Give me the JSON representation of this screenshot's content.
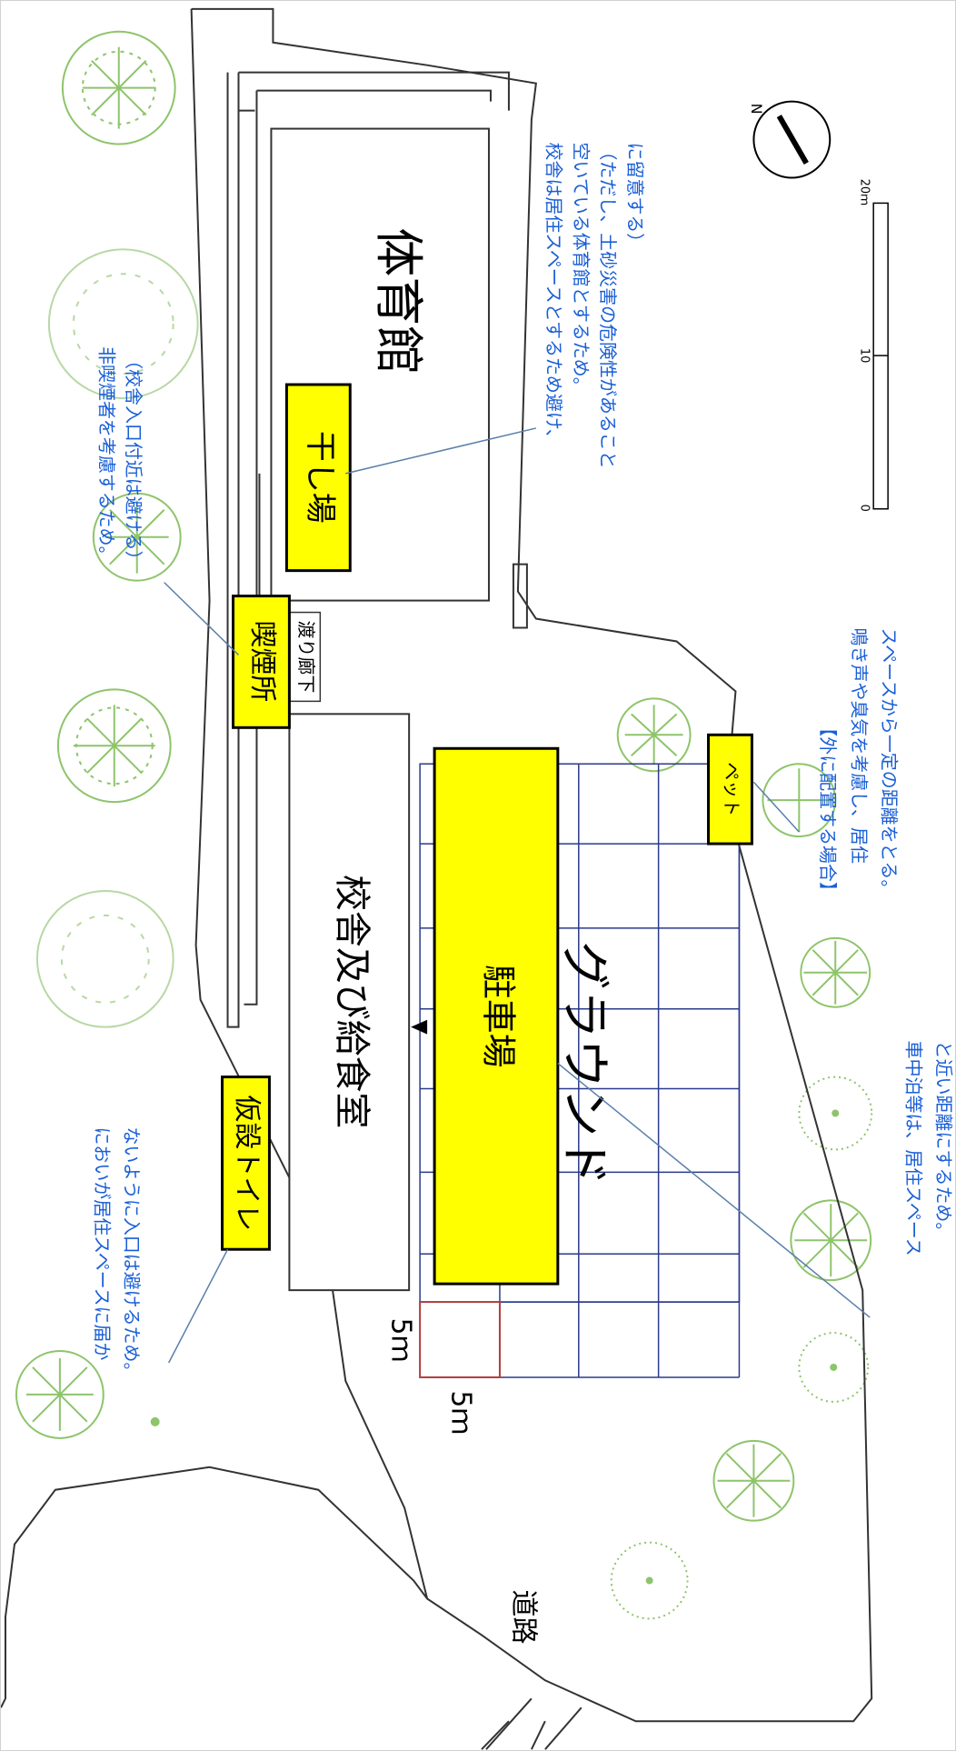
{
  "buildings": {
    "gymnasium": "体育館",
    "school_and_kitchen": "校舎及び給食室",
    "corridor": "渡り廊下"
  },
  "areas": {
    "ground": "グラウンド"
  },
  "facilities": {
    "drying_area": "干し場",
    "smoking_area": "喫煙所",
    "pet_area": "ペット",
    "temporary_toilet": "仮設トイレ",
    "parking": "駐車場"
  },
  "road": "道路",
  "grid_scale": {
    "horizontal": "5ｍ",
    "vertical": "5ｍ"
  },
  "scale_bar": {
    "unit": "20ｍ",
    "ticks": [
      "0",
      "10",
      "20ｍ"
    ]
  },
  "compass": {
    "north": "N"
  },
  "notes": {
    "smoking": [
      "非喫煙者を考慮するため。",
      "（校舎入口付近は避ける）"
    ],
    "drying": [
      "校舎は居住スペースとするため避け、",
      "空いている体育館とするため。",
      "（ただし、土砂災害の危険性があること",
      "に留意する）"
    ],
    "pet": [
      "【外に配置する場合】",
      "鳴き声や臭気を考慮し、居住",
      "スペースから一定の距離をとる。"
    ],
    "parking": [
      "車中泊等は、居住スペース",
      "と近い距離にするため。"
    ],
    "toilet": [
      "においが居住スペースに届か",
      "ないように入口は避けるため。"
    ]
  },
  "colors": {
    "facility_fill": "#ffff00",
    "note_text": "#1a5fd6",
    "grid_line": "#2a3a8a",
    "grid_highlight": "#b04040",
    "tree": "#8ec46b"
  }
}
